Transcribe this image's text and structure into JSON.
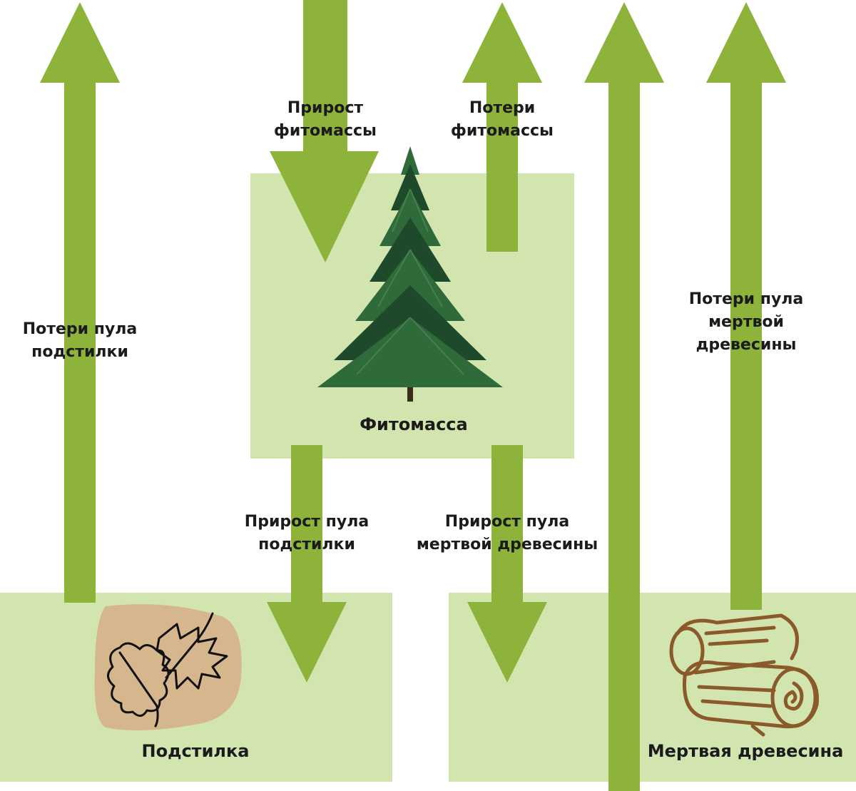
{
  "colors": {
    "arrow": "#8db33b",
    "box": "#d2e5ae",
    "tree_dark": "#1e4a2b",
    "tree_mid": "#2f6a3a",
    "litter_patch": "#d6b68c",
    "wood": "#8a5a2b"
  },
  "flows": {
    "phytomass_growth": {
      "line1": "Прирост",
      "line2": "фитомассы"
    },
    "phytomass_loss": {
      "line1": "Потери",
      "line2": "фитомассы"
    },
    "litter_loss": {
      "line1": "Потери пула",
      "line2": "подстилки"
    },
    "litter_growth": {
      "line1": "Прирост пула",
      "line2": "подстилки"
    },
    "deadwood_growth": {
      "line1": "Прирост пула",
      "line2": "мертвой древесины"
    },
    "deadwood_loss": {
      "line1": "Потери пула",
      "line2": "мертвой",
      "line3": "древесины"
    }
  },
  "pools": {
    "phytomass": {
      "title": "Фитомасса",
      "icon": "spruce-tree-icon"
    },
    "litter": {
      "title": "Подстилка",
      "icon": "leaves-icon"
    },
    "deadwood": {
      "title": "Мертвая древесина",
      "icon": "logs-icon"
    }
  }
}
